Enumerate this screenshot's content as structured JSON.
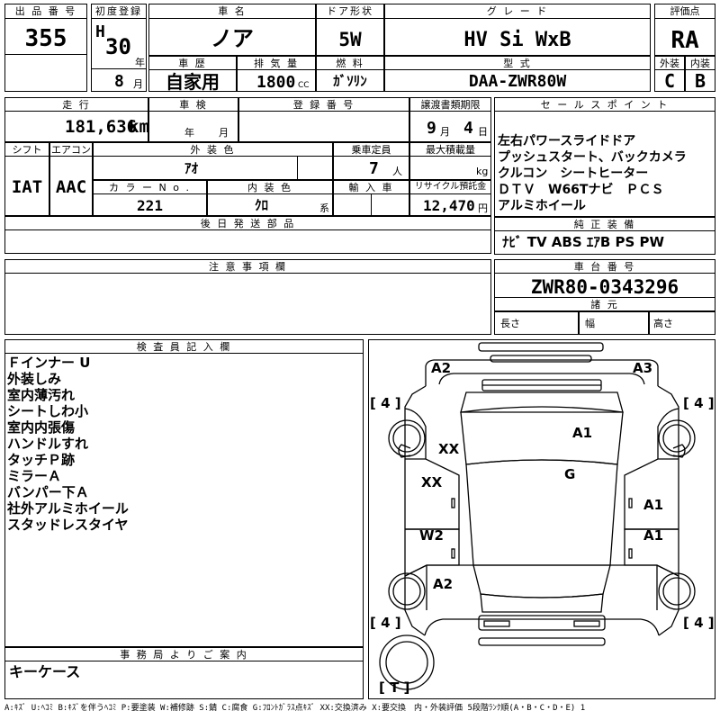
{
  "labels": {
    "lot_no": "出 品 番 号",
    "first_reg": "初度登録",
    "car_name": "車 名",
    "door": "ドア形状",
    "grade": "グ レ ー ド",
    "score": "評価点",
    "history": "車 歴",
    "displacement": "排 気 量",
    "fuel": "燃 料",
    "model": "型 式",
    "exterior": "外装",
    "interior": "内装",
    "mileage": "走 行",
    "inspection": "車 検",
    "registration": "登 録 番 号",
    "transfer_deadline": "譲渡書類期限",
    "sales_points": "セ ー ル ス ポ イ ン ト",
    "shift": "シフト",
    "aircon": "エアコン",
    "ext_color": "外 装 色",
    "capacity": "乗車定員",
    "max_load": "最大積載量",
    "color_no": "カ ラ ー N o .",
    "int_color": "内 装 色",
    "import": "輸 入 車",
    "recycle": "リサイクル預託金",
    "later_parts": "後 日 発 送 部 品",
    "genuine_equip": "純 正 装 備",
    "notes": "注 意 事 項 欄",
    "chassis_no": "車 台 番 号",
    "dimensions": "諸 元",
    "length": "長さ",
    "width": "幅",
    "height": "高さ",
    "inspector": "検 査 員 記 入 欄",
    "office": "事 務 局 よ り ご 案 内"
  },
  "units": {
    "year": "年",
    "month": "月",
    "cc": "CC",
    "km": "km",
    "persons": "人",
    "kg": "kg",
    "day": "日",
    "kei": "系",
    "yen": "円"
  },
  "values": {
    "lot_no": "355",
    "era": "H",
    "reg_year": "30",
    "reg_month": "8",
    "car_name": "ノア",
    "door": "5W",
    "grade": "HV Si WxB",
    "score": "RA",
    "history": "自家用",
    "displacement": "1800",
    "fuel": "ｶﾞｿﾘﾝ",
    "model": "DAA-ZWR80W",
    "exterior_grade": "C",
    "interior_grade": "B",
    "mileage": "181,636",
    "transfer_month": "9",
    "transfer_day": "4",
    "shift": "IAT",
    "aircon": "AAC",
    "ext_color": "ｱｵ",
    "capacity": "7",
    "color_no": "221",
    "int_color": "ｸﾛ",
    "recycle": "12,470",
    "chassis_no": "ZWR80-0343296",
    "genuine_equip": "ﾅﾋﾞ  TV  ABS ｴｱB PS PW",
    "office_note": "キーケース"
  },
  "sales_points": [
    "左右パワースライドドア",
    "プッシュスタート、バックカメラ",
    "クルコン　シートヒーター",
    "ＤＴＶ　W66Tナビ　ＰＣＳ",
    "アルミホイール"
  ],
  "inspector_notes": [
    "Ｆインナー U",
    "外装しみ",
    "室内薄汚れ",
    "シートしわ小",
    "室内内張傷",
    "ハンドルすれ",
    "タッチＰ跡",
    "ミラーＡ",
    "バンパー下Ａ",
    "社外アルミホイール",
    "スタッドレスタイヤ"
  ],
  "diagram": {
    "marks": {
      "front_left": "A2",
      "front_right": "A3",
      "hood": "A1",
      "windshield": "XX",
      "roof": "G",
      "left_front_door": "XX",
      "left_rear_door": "W2",
      "left_rear_quarter": "A2",
      "right_front_door": "A1",
      "right_rear_door": "A1"
    },
    "tire_labels": {
      "front_left": "[ 4 ]",
      "front_right": "[ 4 ]",
      "rear_left": "[ 4 ]",
      "rear_right": "[ 4 ]",
      "spare": "[ T ]"
    }
  },
  "legend": "A:ｷｽﾞ U:ﾍｺﾐ B:ｷｽﾞを伴うﾍｺﾐ P:要塗装 W:補修跡 S:錆 C:腐食 G:ﾌﾛﾝﾄｶﾞﾗｽ点ｷｽﾞ XX:交換済み X:要交換　内・外装評価 5段階ﾗﾝｸ順(A・B・C・D・E) 1"
}
